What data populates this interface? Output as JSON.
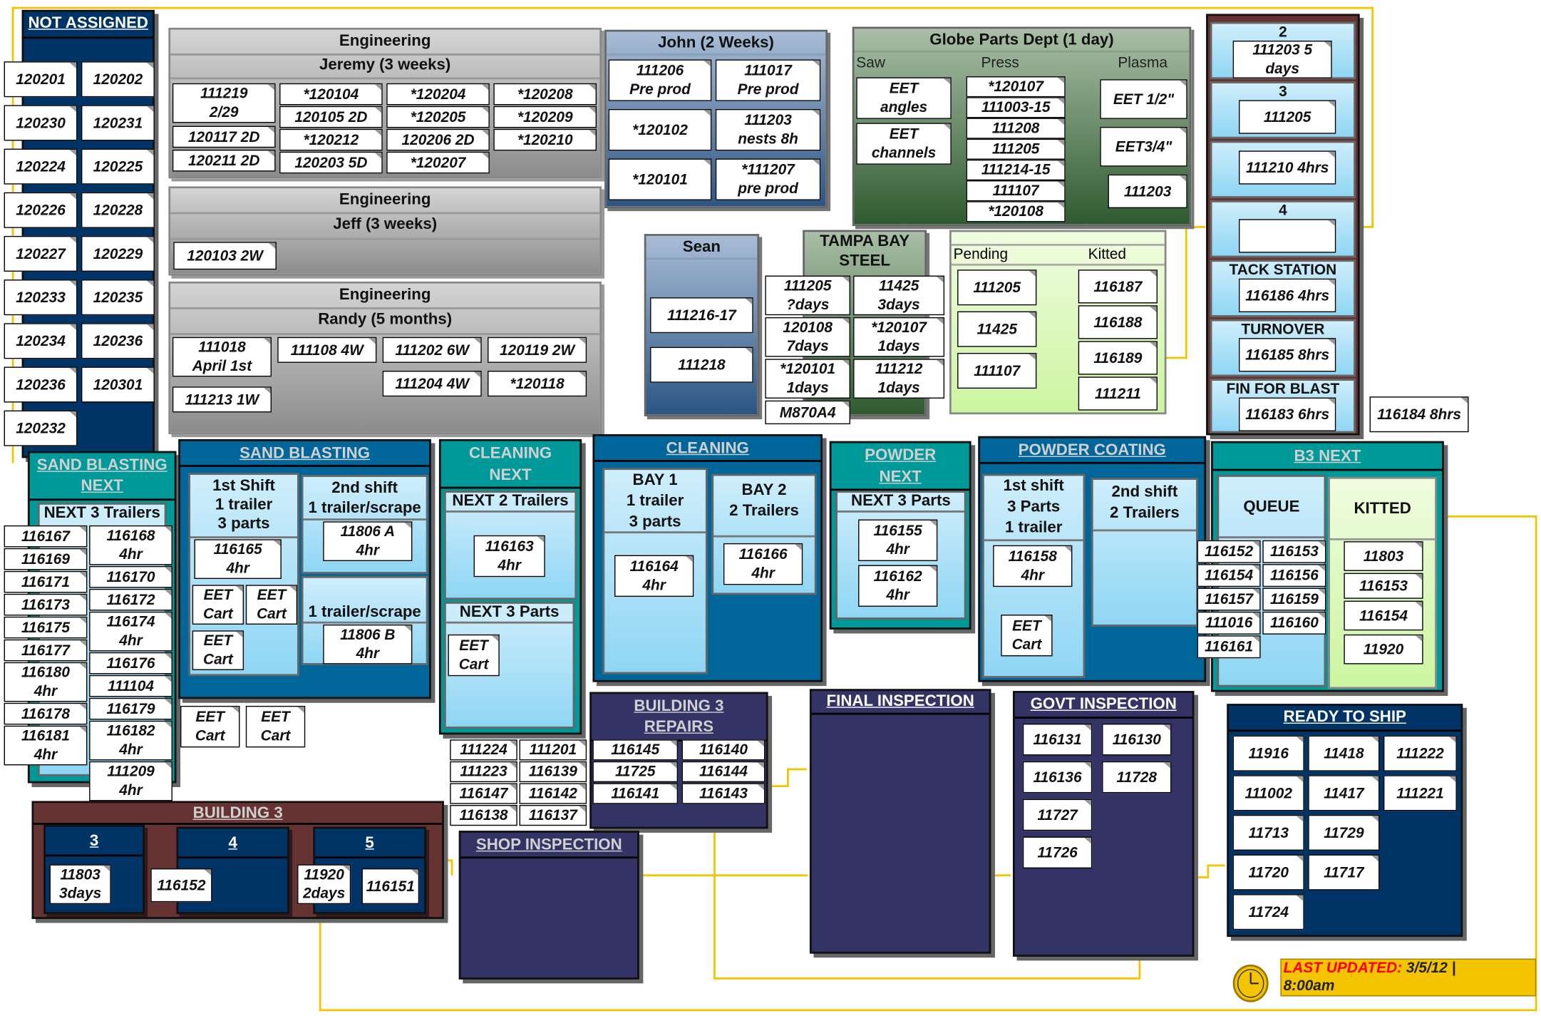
{
  "not_assigned": {
    "title": "NOT ASSIGNED"
  },
  "eng_jeremy": {
    "title": "Engineering",
    "subtitle": "Jeremy (3 weeks)"
  },
  "eng_jeff": {
    "title": "Engineering",
    "subtitle": "Jeff (3 weeks)"
  },
  "eng_randy": {
    "title": "Engineering",
    "subtitle": "Randy (5 months)"
  },
  "john": {
    "title": "John (2 Weeks)"
  },
  "sean": {
    "title": "Sean"
  },
  "globe": {
    "title": "Globe Parts Dept (1 day)",
    "cols": [
      "Saw",
      "Press",
      "Plasma"
    ]
  },
  "tampa": {
    "title": "TAMPA BAY STEEL"
  },
  "pending_kitted": {
    "cols": [
      "Pending",
      "Kitted"
    ]
  },
  "building2": {
    "rows": [
      "2",
      "3",
      "",
      "4",
      "TACK STATION",
      "TURNOVER",
      "FIN FOR BLAST"
    ]
  },
  "sand_next": {
    "title": "SAND BLASTING NEXT",
    "sub": "NEXT 3 Trailers"
  },
  "sand": {
    "title": "SAND BLASTING",
    "shift1": "1st Shift\n1 trailer\n3 parts",
    "shift2": "2nd shift\n1 trailer/scrape",
    "shift2b": "1 trailer/scrape"
  },
  "clean_next": {
    "title": "CLEANING NEXT",
    "sub1": "NEXT 2 Trailers",
    "sub2": "NEXT 3 Parts"
  },
  "clean": {
    "title": "CLEANING",
    "bay1": "BAY 1\n1 trailer\n3 parts",
    "bay2": "BAY 2\n2 Trailers"
  },
  "powder_next": {
    "title": "POWDER NEXT",
    "sub": "NEXT 3 Parts"
  },
  "powder": {
    "title": "POWDER COATING",
    "shift1": "1st shift\n3 Parts\n1 trailer",
    "shift2": "2nd shift\n2 Trailers"
  },
  "b3next": {
    "title": "B3 NEXT",
    "queue": "QUEUE",
    "kitted": "KITTED"
  },
  "b3repairs": {
    "title": "BUILDING 3 REPAIRS"
  },
  "final": {
    "title": "FINAL INSPECTION"
  },
  "govt": {
    "title": "GOVT INSPECTION"
  },
  "ready": {
    "title": "READY TO SHIP"
  },
  "building3": {
    "title": "BUILDING 3",
    "bays": [
      "3",
      "4",
      "5"
    ]
  },
  "shop": {
    "title": "SHOP INSPECTION"
  },
  "last_updated": {
    "label": "LAST UPDATED:",
    "value": "3/5/12 |",
    "time": "8:00am"
  },
  "colors": {
    "connector": "#f5c400",
    "navy": "#003366",
    "teal": "#009999",
    "maroon": "#663333",
    "purple": "#333366",
    "label_red": "#ff0000"
  },
  "icons": {
    "clock": "clock-icon"
  },
  "notes": {
    "not_assigned": [
      "120201",
      "120202",
      "120230",
      "120231",
      "120224",
      "120225",
      "120226",
      "120228",
      "120227",
      "120229",
      "120233",
      "120235",
      "120234",
      "120236",
      "120236",
      "120301",
      "120232"
    ],
    "jeremy": [
      "111219\n2/29",
      "*120104",
      "120117 2D",
      "120105 2D",
      "120211 2D",
      "*120212",
      "120203 5D",
      "*120204",
      "*120205",
      "120206 2D",
      "*120207",
      "*120208",
      "*120209",
      "*120210"
    ],
    "jeff": [
      "120103 2W"
    ],
    "randy": [
      "111018\nApril 1st",
      "111108 4W",
      "111202 6W",
      "*120118",
      "120119 2W",
      "111204 4W",
      "111213 1W"
    ],
    "john": [
      "111206\nPre prod",
      "111017\nPre prod",
      "*120102",
      "111203\nnests 8h",
      "*120101",
      "*111207\npre prod"
    ],
    "sean": [
      "111216-17",
      "111218"
    ],
    "globe": [
      "EET\nangles",
      "EET\nchannels",
      "*120107",
      "111003-15",
      "111208",
      "111205",
      "111214-15",
      "111107",
      "*120108",
      "EET 1/2\"",
      "EET3/4\"",
      "111203"
    ],
    "tampa": [
      "111205\n?days",
      "120108\n7days",
      "11425\n3days",
      "*120101\n1days",
      "*120107\n1days",
      "M870A4",
      "111212\n1days"
    ],
    "pending": [
      "111205",
      "11425",
      "111107"
    ],
    "kitted": [
      "116187",
      "116188",
      "116189",
      "111211"
    ],
    "building2": [
      "111203 5\ndays",
      "111205",
      "111210 4hrs",
      "",
      "116186 4hrs",
      "116185 8hrs",
      "116183 6hrs",
      "116184 8hrs"
    ],
    "sand_next": [
      "116167",
      "116168\n4hr",
      "116169",
      "116170",
      "116171",
      "116172",
      "116173",
      "116174\n4hr",
      "116175",
      "116177",
      "116176",
      "116180\n4hr",
      "111104",
      "116179",
      "116178",
      "116182\n4hr",
      "116181\n4hr",
      "111209\n4hr",
      "EET\nCart",
      "EET\nCart"
    ],
    "sand": [
      "116165\n4hr",
      "11806 A\n4hr",
      "11806 B\n4hr",
      "EET\nCart",
      "EET\nCart",
      "EET\nCart"
    ],
    "clean_next": [
      "116163\n4hr",
      "EET\nCart"
    ],
    "clean": [
      "116164\n4hr",
      "116166\n4hr"
    ],
    "powder_next": [
      "116155\n4hr",
      "116162\n4hr"
    ],
    "powder": [
      "116158\n4hr",
      "EET\nCart"
    ],
    "b3_queue": [
      "116152",
      "116153",
      "116154",
      "116156",
      "116157",
      "116159",
      "111016",
      "116160",
      "116161"
    ],
    "b3_kitted": [
      "11803",
      "116153",
      "116154",
      "11920"
    ],
    "b3repairs": [
      "111224",
      "111201",
      "111223",
      "116139",
      "116145",
      "116140",
      "116147",
      "116142",
      "11725",
      "116144",
      "116138",
      "116137",
      "116141",
      "116143"
    ],
    "govt": [
      "116131",
      "116130",
      "116136",
      "11728",
      "11727",
      "11726"
    ],
    "ready": [
      "11916",
      "11418",
      "111002",
      "11417",
      "111222",
      "111221",
      "11713",
      "11729",
      "11720",
      "11717",
      "11724"
    ],
    "building3": [
      "11803\n3days",
      "116152",
      "11920\n2days",
      "116151"
    ]
  }
}
